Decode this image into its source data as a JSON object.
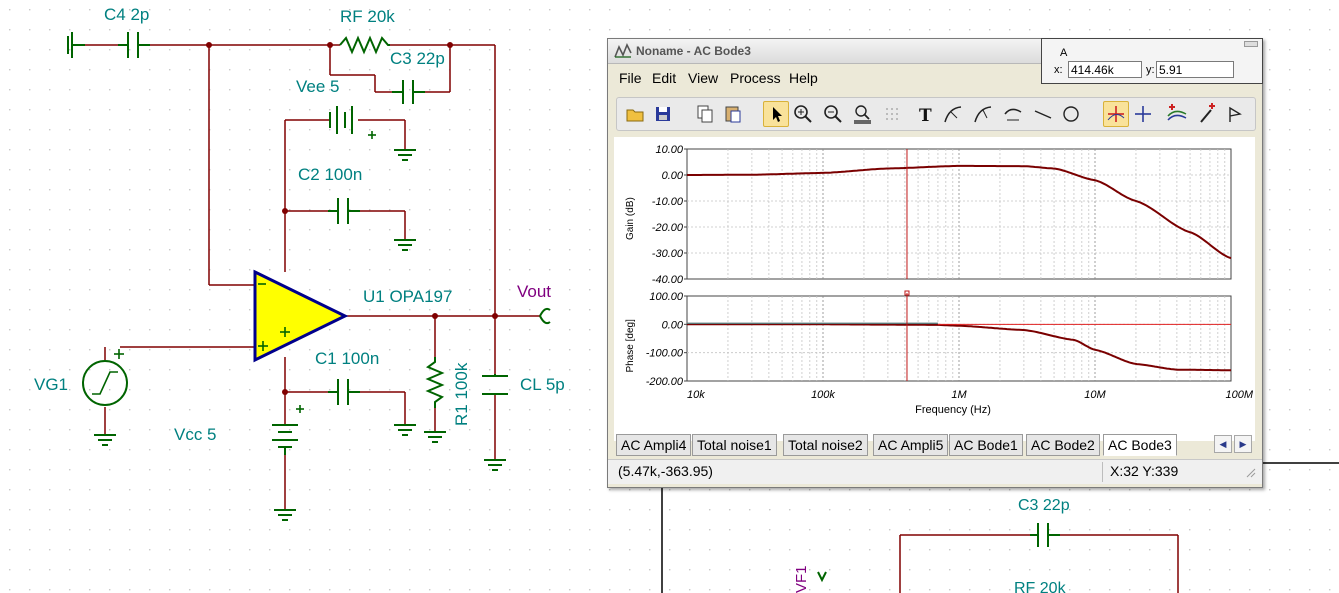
{
  "schematic": {
    "labels": {
      "c4": "C4 2p",
      "rf": "RF 20k",
      "c3": "C3 22p",
      "vee": "Vee 5",
      "c2": "C2 100n",
      "u1": "U1 OPA197",
      "vout": "Vout",
      "vg1": "VG1",
      "c1": "C1 100n",
      "r1": "R1 100k",
      "cl": "CL 5p",
      "vcc": "Vcc 5",
      "c3_second": "C3 22p",
      "rf_second": "RF 20k",
      "vf1": "VF1"
    },
    "colors": {
      "wire": "#800000",
      "component": "#006400",
      "label": "#008080",
      "vout": "#800080",
      "opamp_fill": "#ffff00",
      "opamp_stroke": "#00008b"
    }
  },
  "window": {
    "title": "Noname - AC Bode3",
    "menu": [
      "File",
      "Edit",
      "View",
      "Process",
      "Help"
    ],
    "toolbar_icons": [
      "open-folder-icon",
      "save-icon",
      "copy-icon",
      "paste-icon",
      "pointer-icon",
      "zoom-in-icon",
      "zoom-out-icon",
      "zoom-100-icon",
      "grid-icon",
      "text-icon",
      "curve-tool-icon",
      "curve-tool-2-icon",
      "curve-tool-3-icon",
      "line-icon",
      "circle-icon",
      "cursor-a-icon",
      "cursor-b-icon",
      "add-curve-icon",
      "marker-icon",
      "flag-icon"
    ],
    "tabs": [
      "AC Ampli4",
      "Total noise1",
      "Total noise2",
      "AC Ampli5",
      "AC Bode1",
      "AC Bode2",
      "AC Bode3"
    ],
    "active_tab": "AC Bode3",
    "status_left": "(5.47k,-363.95)",
    "status_right": "X:32  Y:339"
  },
  "cursor_box": {
    "name": "A",
    "x_label": "x:",
    "x_value": "414.46k",
    "y_label": "y:",
    "y_value": "5.91"
  },
  "chart_data": [
    {
      "type": "line",
      "x_scale": "log",
      "xlim": [
        10000,
        100000000
      ],
      "ylim": [
        -40,
        10
      ],
      "ylabel": "Gain (dB)",
      "yticks": [
        "10.00",
        "0.00",
        "-10.00",
        "-20.00",
        "-30.00",
        "-40.00"
      ],
      "grid": true,
      "series": [
        {
          "x": [
            10000,
            30000,
            100000,
            300000,
            1000000,
            3000000,
            5000000,
            10000000,
            20000000,
            50000000,
            100000000
          ],
          "y": [
            0,
            0.1,
            0.8,
            2.5,
            3.5,
            3.4,
            2.5,
            -2,
            -10,
            -22,
            -32
          ],
          "color": "#7a0000"
        }
      ],
      "cursor_x": 414460
    },
    {
      "type": "line",
      "x_scale": "log",
      "xlim": [
        10000,
        100000000
      ],
      "ylim": [
        -200,
        100
      ],
      "ylabel": "Phase [deg]",
      "xlabel": "Frequency (Hz)",
      "yticks": [
        "100.00",
        "0.00",
        "-100.00",
        "-200.00"
      ],
      "xticks": [
        "10k",
        "100k",
        "1M",
        "10M",
        "100M"
      ],
      "grid": true,
      "series": [
        {
          "x": [
            10000,
            30000,
            100000,
            300000,
            700000,
            1000000,
            3000000,
            7000000,
            10000000,
            20000000,
            40000000,
            100000000
          ],
          "y": [
            0,
            0,
            0,
            -1,
            -2,
            -5,
            -20,
            -55,
            -90,
            -140,
            -160,
            -162
          ],
          "color": "#7a0000"
        }
      ],
      "cursor_x": 414460
    }
  ]
}
